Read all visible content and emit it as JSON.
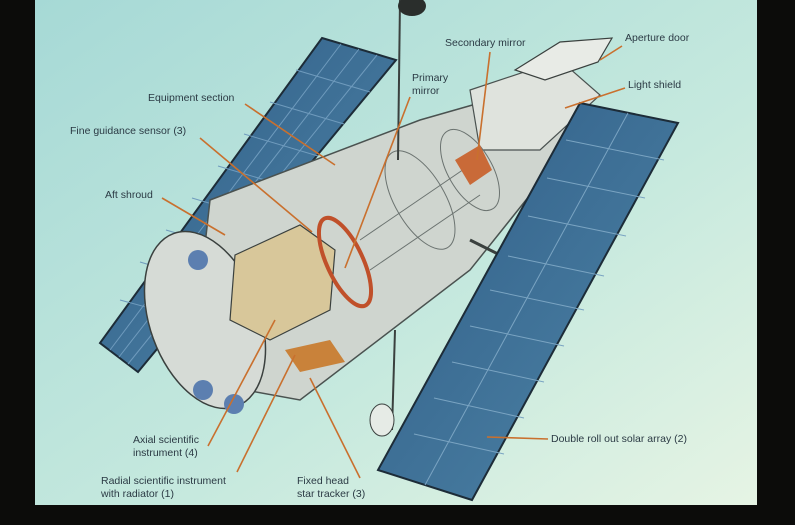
{
  "title": "Hubble Space Telescope cutaway",
  "colors": {
    "background": "#b6e2da",
    "panel": "#3d6c93",
    "leader": "#c9702e",
    "body": "#c9cfc9"
  },
  "labels": {
    "secondary_mirror": "Secondary mirror",
    "aperture_door": "Aperture door",
    "primary_mirror_1": "Primary",
    "primary_mirror_2": "mirror",
    "light_shield": "Light shield",
    "equipment_section": "Equipment section",
    "fine_guidance": "Fine guidance sensor (3)",
    "aft_shroud": "Aft shroud",
    "axial_1": "Axial scientific",
    "axial_2": "instrument (4)",
    "radial_1": "Radial scientific instrument",
    "radial_2": "with radiator (1)",
    "star_tracker_1": "Fixed head",
    "star_tracker_2": "star tracker (3)",
    "solar_array": "Double roll out solar array (2)"
  }
}
